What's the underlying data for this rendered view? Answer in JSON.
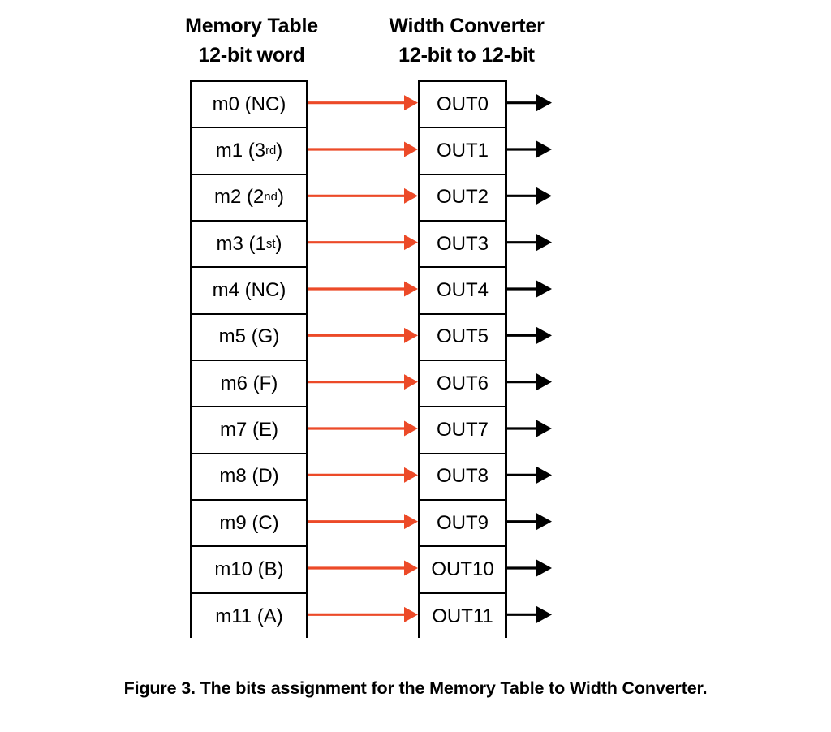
{
  "figure": {
    "caption": "Figure 3. The bits assignment for the Memory Table to Width Converter.",
    "colors": {
      "arrow_red": "#EC4A28",
      "arrow_black": "#000000",
      "box_border": "#000000",
      "background": "#FFFFFF",
      "text": "#000000"
    }
  },
  "memory_column": {
    "header_line1": "Memory Table",
    "header_line2": "12-bit word",
    "cells": [
      {
        "name": "m0",
        "annotation": "NC",
        "label": "m0 (NC)",
        "sup": ""
      },
      {
        "name": "m1",
        "annotation": "3rd",
        "label": "m1 (3",
        "sup": "rd",
        "label_tail": ")"
      },
      {
        "name": "m2",
        "annotation": "2nd",
        "label": "m2 (2",
        "sup": "nd",
        "label_tail": ")"
      },
      {
        "name": "m3",
        "annotation": "1st",
        "label": "m3 (1",
        "sup": "st",
        "label_tail": ")"
      },
      {
        "name": "m4",
        "annotation": "NC",
        "label": "m4 (NC)",
        "sup": ""
      },
      {
        "name": "m5",
        "annotation": "G",
        "label": "m5 (G)",
        "sup": ""
      },
      {
        "name": "m6",
        "annotation": "F",
        "label": "m6 (F)",
        "sup": ""
      },
      {
        "name": "m7",
        "annotation": "E",
        "label": "m7 (E)",
        "sup": ""
      },
      {
        "name": "m8",
        "annotation": "D",
        "label": "m8 (D)",
        "sup": ""
      },
      {
        "name": "m9",
        "annotation": "C",
        "label": "m9 (C)",
        "sup": ""
      },
      {
        "name": "m10",
        "annotation": "B",
        "label": "m10 (B)",
        "sup": ""
      },
      {
        "name": "m11",
        "annotation": "A",
        "label": "m11 (A)",
        "sup": ""
      }
    ]
  },
  "converter_column": {
    "header_line1": "Width Converter",
    "header_line2": "12-bit to 12-bit",
    "cells": [
      {
        "label": "OUT0"
      },
      {
        "label": "OUT1"
      },
      {
        "label": "OUT2"
      },
      {
        "label": "OUT3"
      },
      {
        "label": "OUT4"
      },
      {
        "label": "OUT5"
      },
      {
        "label": "OUT6"
      },
      {
        "label": "OUT7"
      },
      {
        "label": "OUT8"
      },
      {
        "label": "OUT9"
      },
      {
        "label": "OUT10"
      },
      {
        "label": "OUT11"
      }
    ]
  },
  "connections": {
    "mapping_arrow_count": 12,
    "output_arrow_count": 12,
    "mapping": [
      {
        "from": "m0",
        "to": "OUT0"
      },
      {
        "from": "m1",
        "to": "OUT1"
      },
      {
        "from": "m2",
        "to": "OUT2"
      },
      {
        "from": "m3",
        "to": "OUT3"
      },
      {
        "from": "m4",
        "to": "OUT4"
      },
      {
        "from": "m5",
        "to": "OUT5"
      },
      {
        "from": "m6",
        "to": "OUT6"
      },
      {
        "from": "m7",
        "to": "OUT7"
      },
      {
        "from": "m8",
        "to": "OUT8"
      },
      {
        "from": "m9",
        "to": "OUT9"
      },
      {
        "from": "m10",
        "to": "OUT10"
      },
      {
        "from": "m11",
        "to": "OUT11"
      }
    ]
  }
}
